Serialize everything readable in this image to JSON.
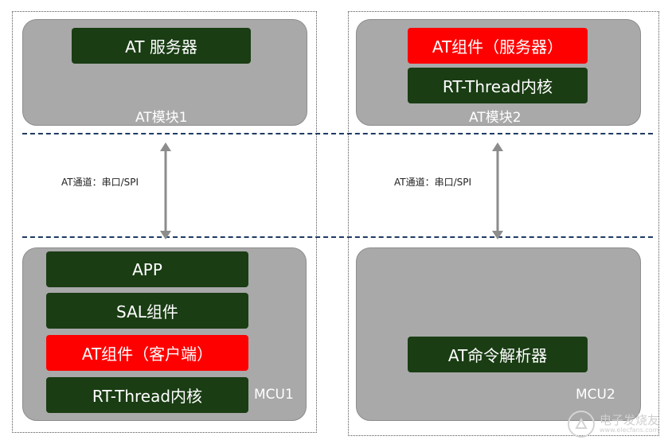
{
  "left_column": {
    "module_label": "AT模块1",
    "server_block": "AT 服务器",
    "channel_label": "AT通道：串口/SPI",
    "mcu_label": "MCU1",
    "mcu_blocks": {
      "app": "APP",
      "sal": "SAL组件",
      "at_client": "AT组件（客户端）",
      "rt_thread": "RT-Thread内核"
    }
  },
  "right_column": {
    "module_label": "AT模块2",
    "at_server_component": "AT组件（服务器）",
    "rt_thread": "RT-Thread内核",
    "channel_label": "AT通道：串口/SPI",
    "mcu_label": "MCU2",
    "parser_block": "AT命令解析器"
  },
  "watermark": {
    "text": "电子发烧友",
    "sub": "www.elecfans.com"
  },
  "colors": {
    "dark_green": "#1a3d14",
    "red": "#ff0000",
    "gray": "#a9a9a9",
    "dashed_line": "#1f3b63"
  }
}
